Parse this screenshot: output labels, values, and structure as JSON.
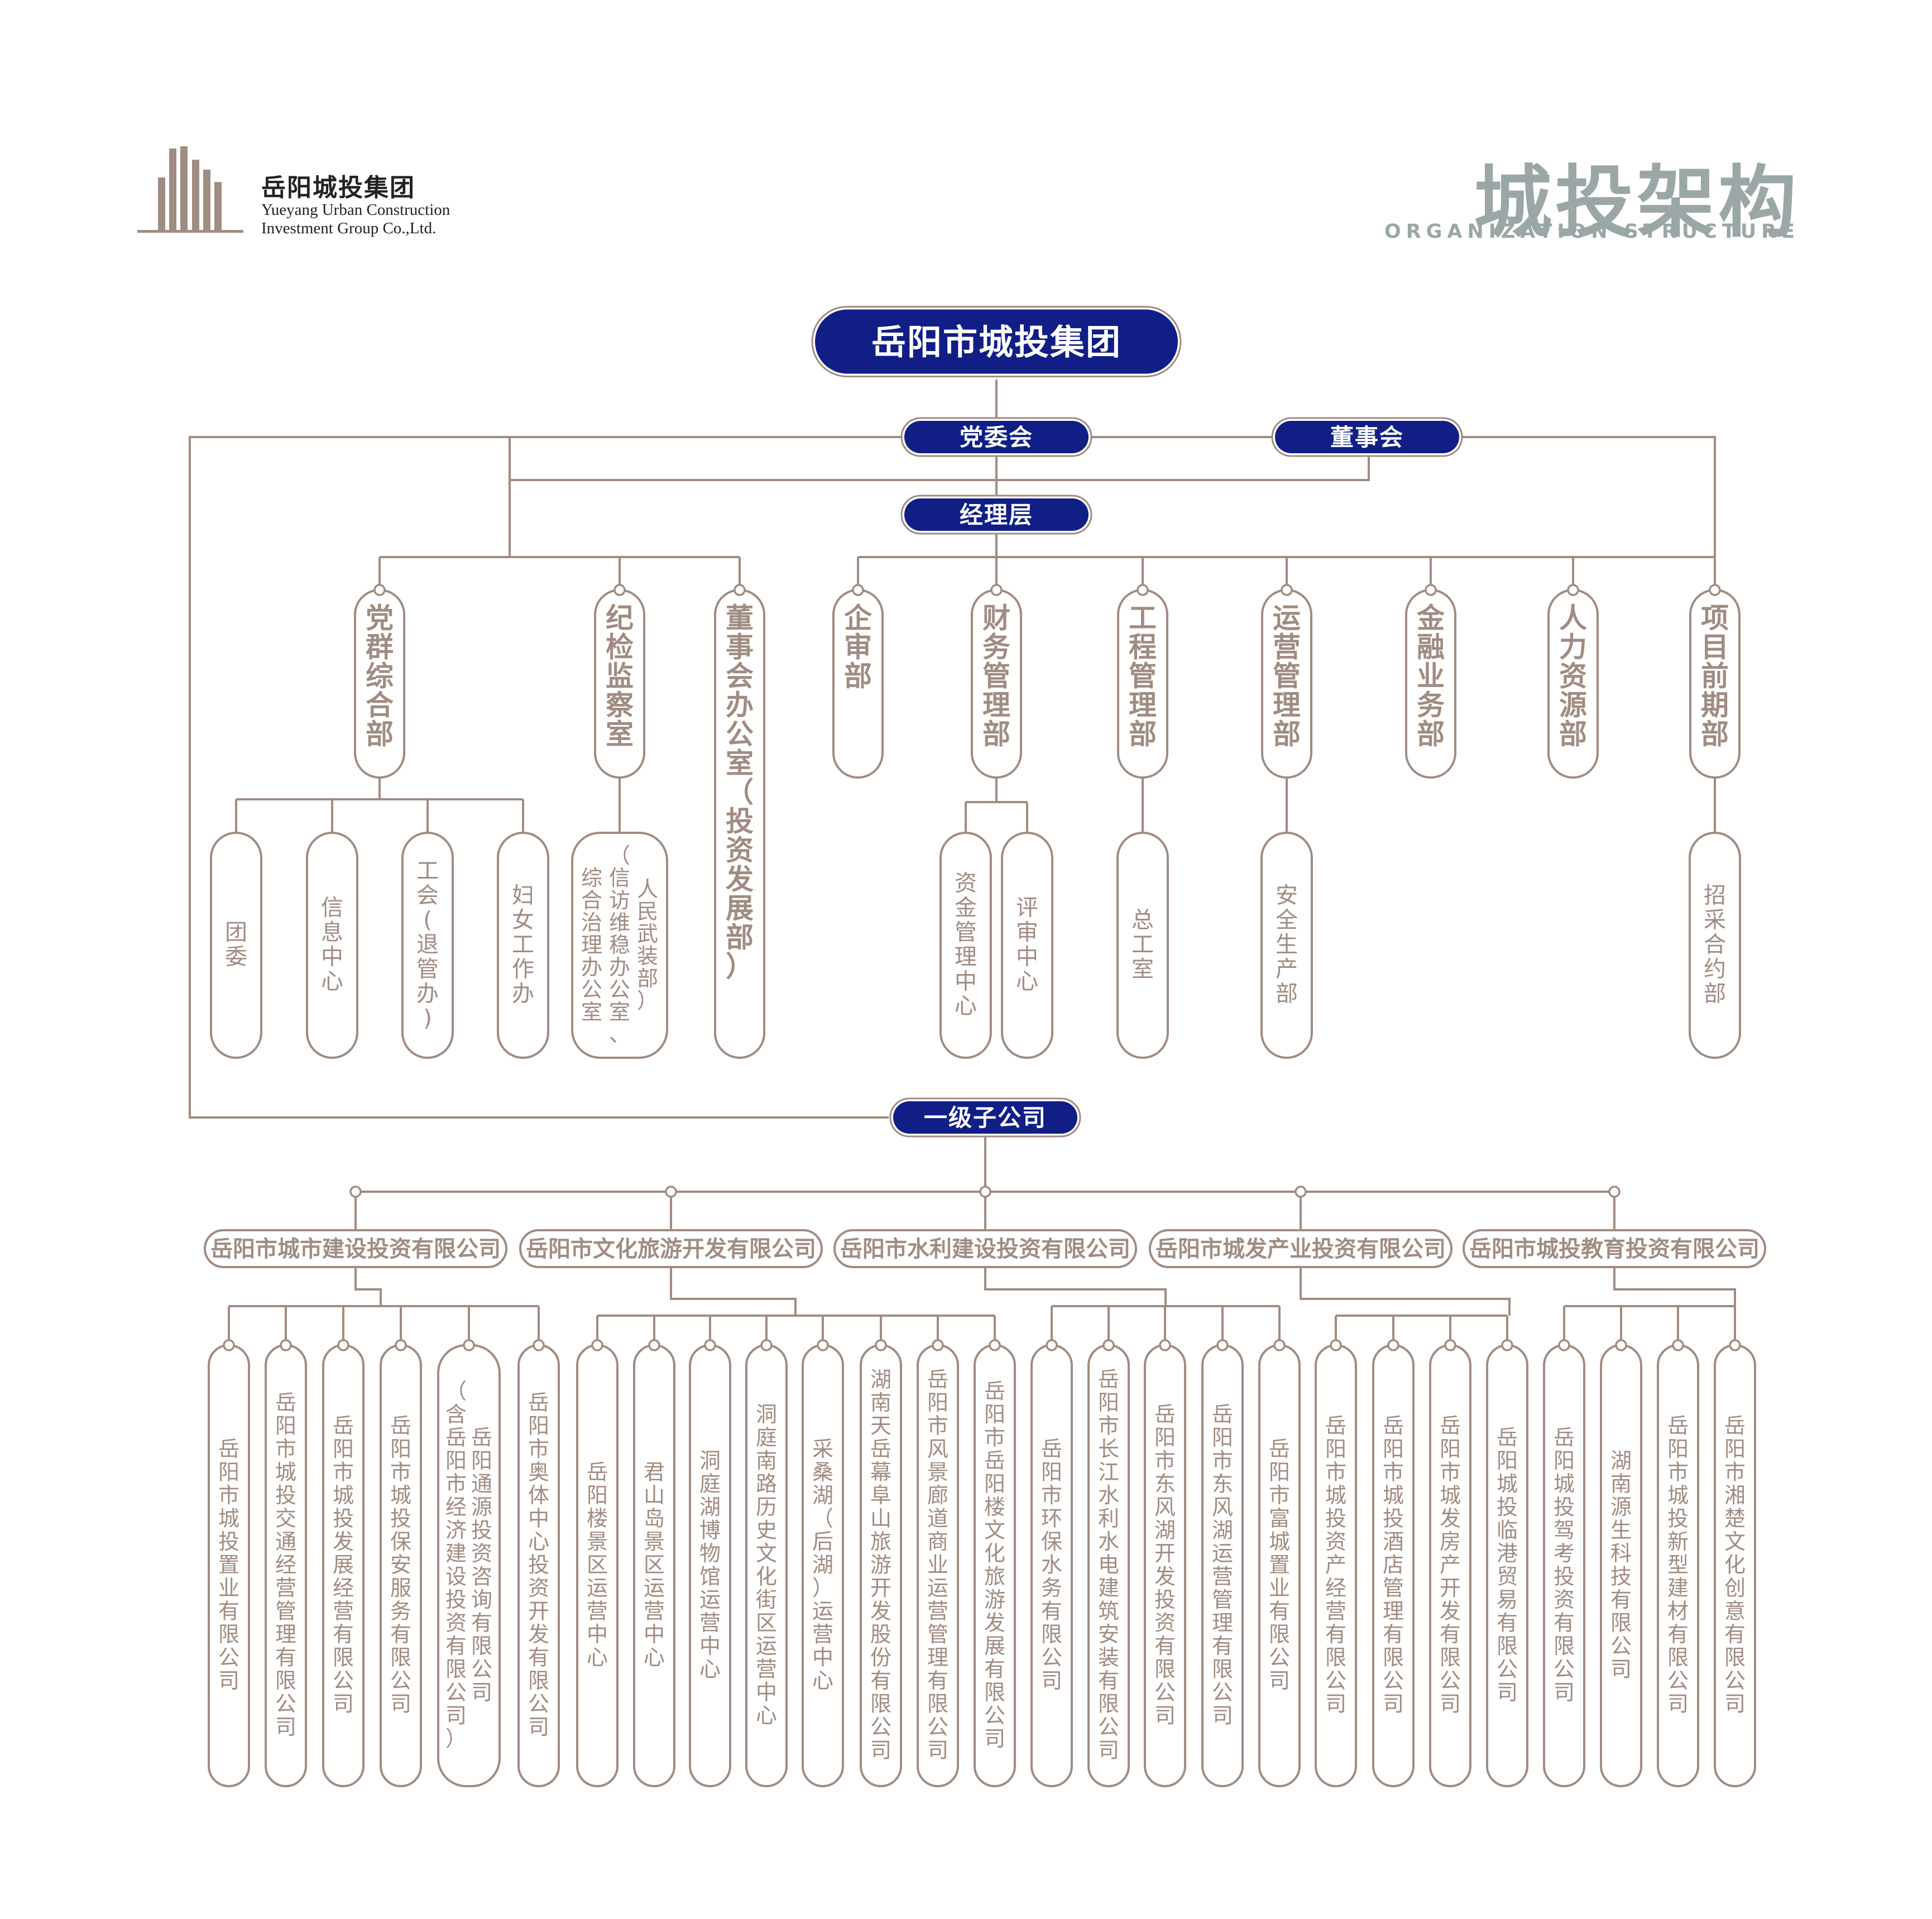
{
  "header": {
    "logo_icon": "building-logo-icon",
    "brand_cn": "岳阳城投集团",
    "brand_en_line1": "Yueyang Urban Construction",
    "brand_en_line2": "Investment Group Co.,Ltd.",
    "title_cn": "城投架构",
    "title_en": "ORGANIZATION STRUCTURE"
  },
  "colors": {
    "line": "#a08c82",
    "navy": "#101e86",
    "title_gray": "#9aa7a6"
  },
  "org": {
    "root": "岳阳市城投集团",
    "party_committee": "党委会",
    "board": "董事会",
    "management": "经理层",
    "subsidiaries_label": "一级子公司",
    "departments": [
      {
        "name": "党群综合部",
        "subs": [
          "团委",
          "信息中心",
          "工会(退管办)",
          "妇女工作办"
        ]
      },
      {
        "name": "纪检监察室",
        "subs": [
          "人民武装部）",
          "（信访维稳办公室、",
          "综合治理办公室"
        ]
      },
      {
        "name": "董事会办公室（投资发展部）",
        "subs": []
      },
      {
        "name": "企审部",
        "subs": []
      },
      {
        "name": "财务管理部",
        "subs": [
          "资金管理中心",
          "评审中心"
        ]
      },
      {
        "name": "工程管理部",
        "subs": [
          "总工室"
        ]
      },
      {
        "name": "运营管理部",
        "subs": [
          "安全生产部"
        ]
      },
      {
        "name": "金融业务部",
        "subs": []
      },
      {
        "name": "人力资源部",
        "subs": []
      },
      {
        "name": "项目前期部",
        "subs": [
          "招采合约部"
        ]
      }
    ],
    "companies": [
      {
        "name": "岳阳市城市建设投资有限公司",
        "subs": [
          "岳阳市城投置业有限公司",
          "岳阳市城投交通经营管理有限公司",
          "岳阳市城投发展经营有限公司",
          "岳阳市城投保安服务有限公司",
          "岳阳通源投资咨询有限公司",
          "（含岳阳市经济建设投资有限公司）",
          "岳阳市奥体中心投资开发有限公司"
        ]
      },
      {
        "name": "岳阳市文化旅游开发有限公司",
        "subs": [
          "岳阳楼景区运营中心",
          "君山岛景区运营中心",
          "洞庭湖博物馆运营中心",
          "洞庭南路历史文化街区运营中心",
          "采桑湖（后湖）运营中心",
          "湖南天岳幕阜山旅游开发股份有限公司",
          "岳阳市风景廊道商业运营管理有限公司",
          "岳阳市岳阳楼文化旅游发展有限公司"
        ]
      },
      {
        "name": "岳阳市水利建设投资有限公司",
        "subs": [
          "岳阳市环保水务有限公司",
          "岳阳市长江水利水电建筑安装有限公司",
          "岳阳市东风湖开发投资有限公司",
          "岳阳市东风湖运营管理有限公司",
          "岳阳市富城置业有限公司"
        ]
      },
      {
        "name": "岳阳市城发产业投资有限公司",
        "subs": [
          "岳阳市城投资产经营有限公司",
          "岳阳市城投酒店管理有限公司",
          "岳阳市城发房产开发有限公司",
          "岳阳城投临港贸易有限公司"
        ]
      },
      {
        "name": "岳阳市城投教育投资有限公司",
        "subs": [
          "岳阳城投驾考投资有限公司",
          "湖南源生科技有限公司",
          "岳阳市城投新型建材有限公司",
          "岳阳市湘楚文化创意有限公司"
        ]
      }
    ]
  }
}
